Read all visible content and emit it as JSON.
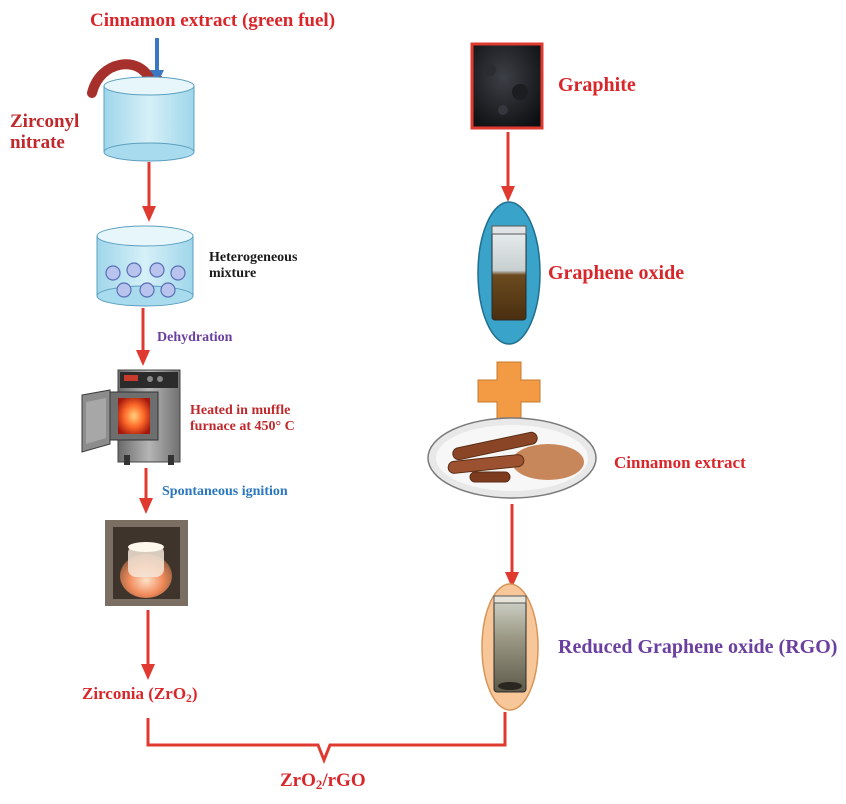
{
  "left_branch": {
    "fuel_label": "Cinnamon extract (green fuel)",
    "precursor_label": "Zirconyl nitrate",
    "mixture_label": "Heterogeneous mixture",
    "dehydration_label": "Dehydration",
    "furnace_label": "Heated in muffle furnace at 450° C",
    "ignition_label": "Spontaneous ignition",
    "product_prefix": "Zirconia (ZrO",
    "product_sub": "2",
    "product_suffix": ")"
  },
  "right_branch": {
    "graphite_label": "Graphite",
    "graphene_oxide_label": "Graphene oxide",
    "cinnamon_label": "Cinnamon extract",
    "rgo_label": "Reduced Graphene oxide (RGO)"
  },
  "final": {
    "prefix": "ZrO",
    "sub": "2",
    "suffix": "/rGO"
  },
  "colors": {
    "arrow_red": "#e03a30",
    "fuel_arrow_blue": "#3a78c4",
    "plus_orange": "#f39a45",
    "graphene_ellipse": "#3aa3c9",
    "rgo_ellipse": "#f7c79a",
    "beaker_fill": "#b9e4f3"
  }
}
